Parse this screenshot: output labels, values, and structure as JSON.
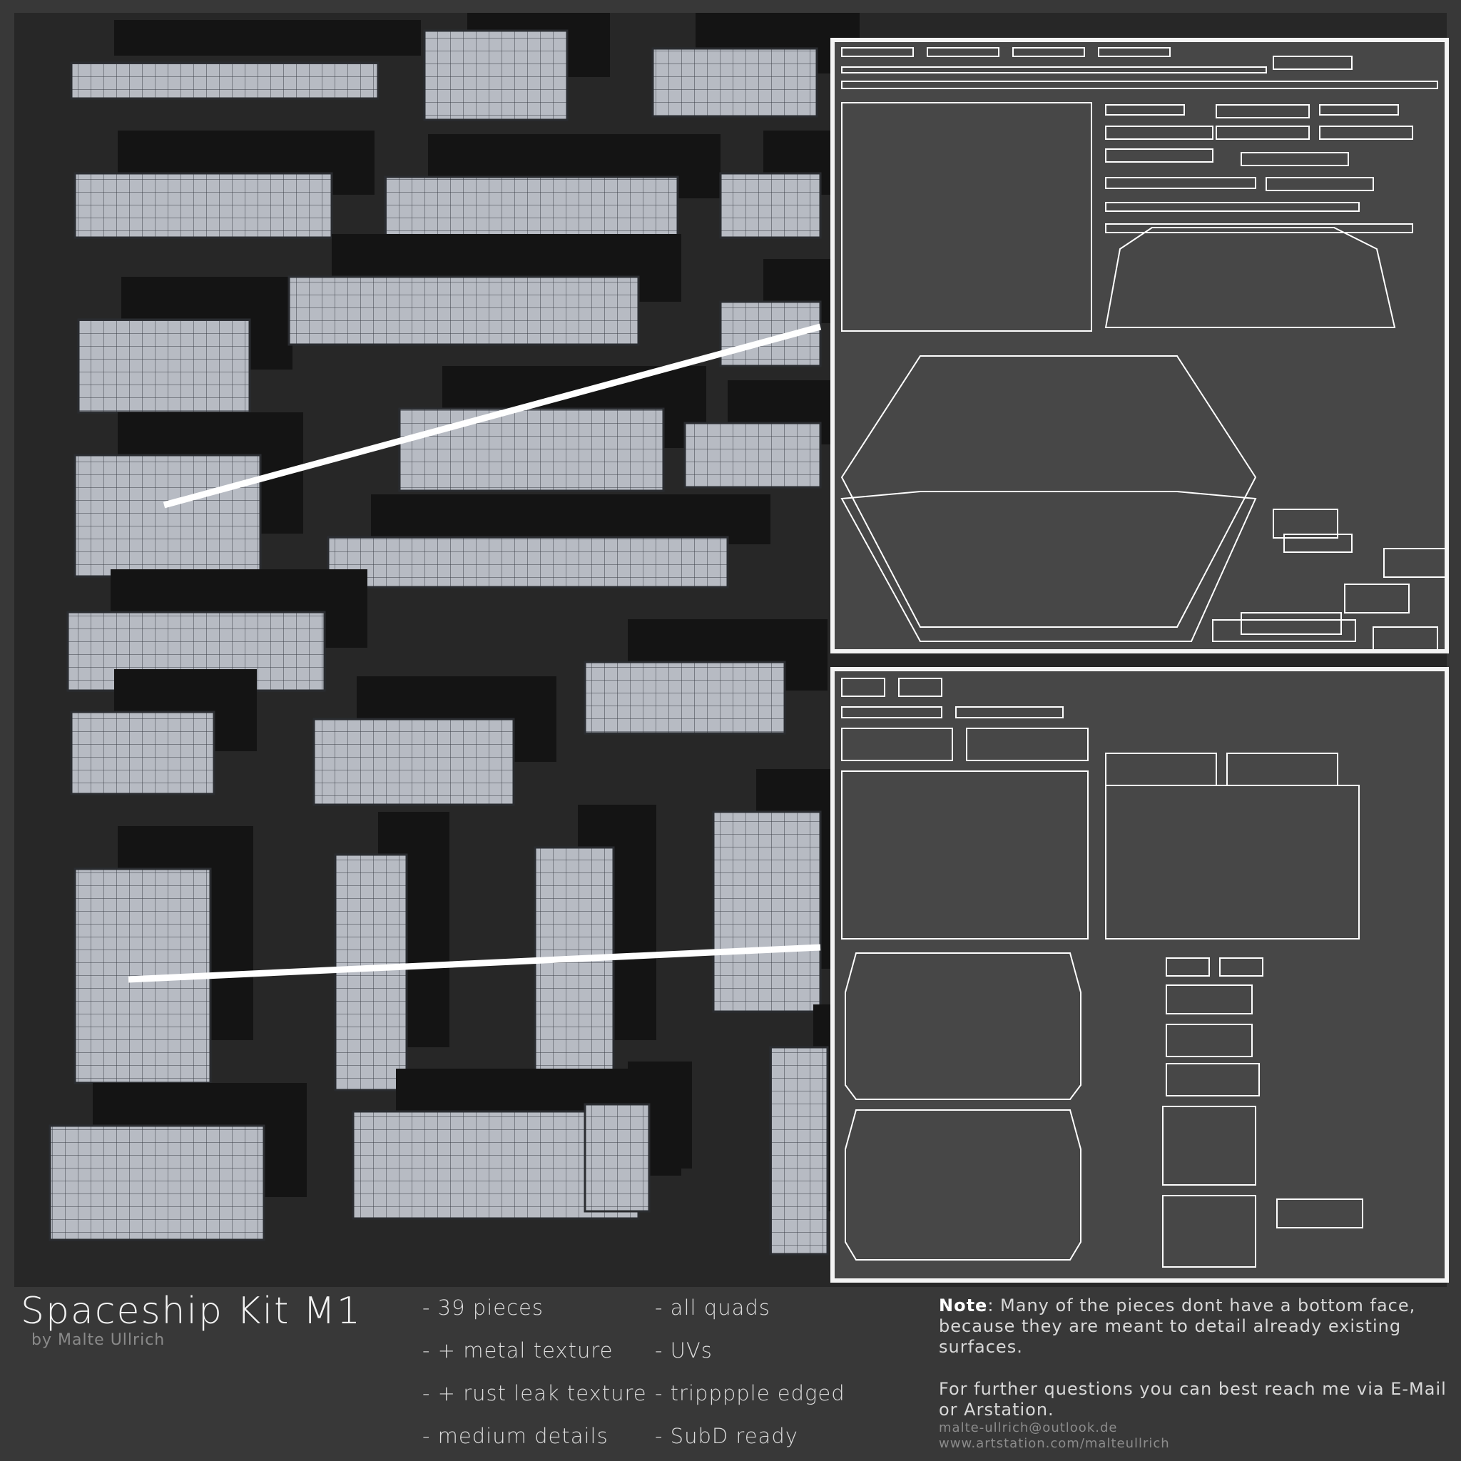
{
  "title": "Spaceship Kit M1",
  "author": "by Malte Ullrich",
  "features_col1": [
    "- 39 pieces",
    "- + metal texture",
    "- + rust leak texture",
    "- medium details"
  ],
  "features_col2": [
    "- all quads",
    "- UVs",
    "- tripppple edged",
    "- SubD ready"
  ],
  "note": {
    "label": "Note",
    "text": ": Many of the pieces dont have a bottom face, because they are meant to detail already existing surfaces.",
    "contact_text": "For further questions you can best reach me via E-Mail or Arstation.",
    "email": "malte-ullrich@outlook.de",
    "website": "www.artstation.com/malteullrich"
  },
  "colors": {
    "background": "#383838",
    "render_bg": "#272727",
    "piece": "#b9bcc2",
    "uv_bg": "#474747",
    "uv_line": "#ffffff"
  }
}
